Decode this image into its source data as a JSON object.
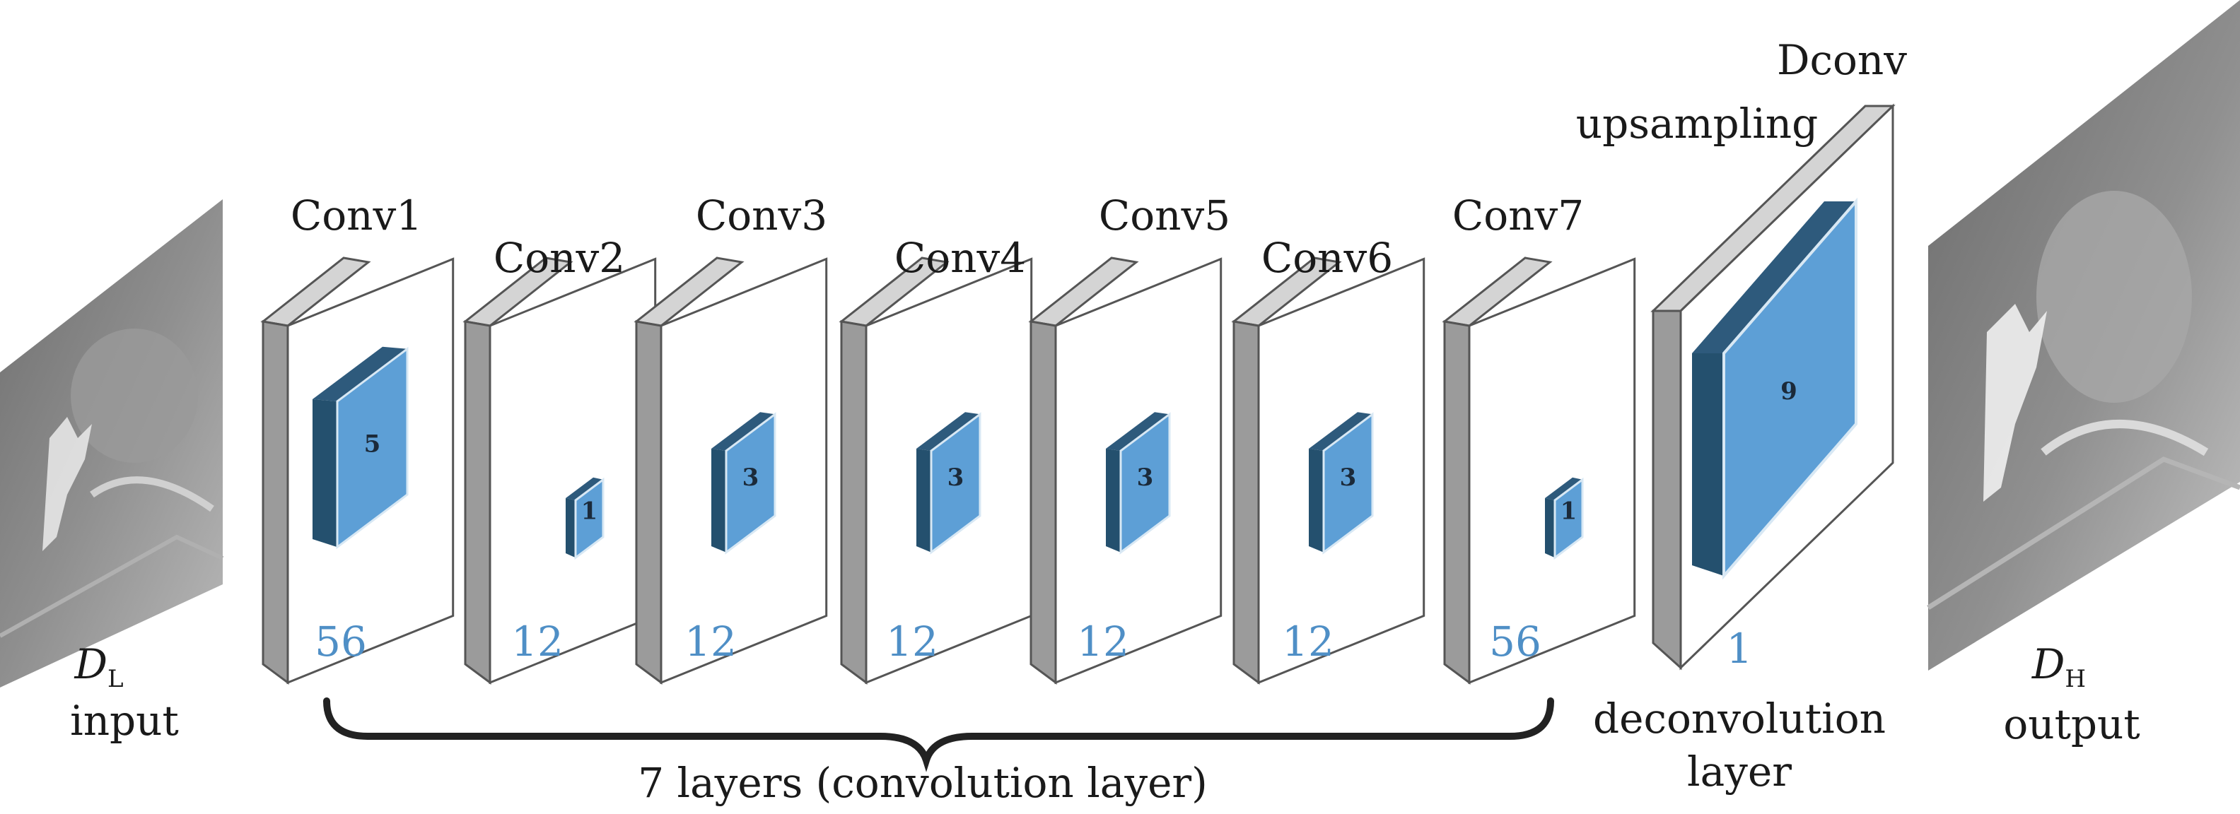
{
  "input": {
    "symbol": "D",
    "subscript": "L",
    "label": "input"
  },
  "output": {
    "symbol": "D",
    "subscript": "H",
    "label": "output"
  },
  "layers": [
    {
      "name": "Conv1",
      "channels": "56",
      "kernel": "5"
    },
    {
      "name": "Conv2",
      "channels": "12",
      "kernel": "1"
    },
    {
      "name": "Conv3",
      "channels": "12",
      "kernel": "3"
    },
    {
      "name": "Conv4",
      "channels": "12",
      "kernel": "3"
    },
    {
      "name": "Conv5",
      "channels": "12",
      "kernel": "3"
    },
    {
      "name": "Conv6",
      "channels": "12",
      "kernel": "3"
    },
    {
      "name": "Conv7",
      "channels": "56",
      "kernel": "1"
    }
  ],
  "deconv": {
    "name": "Dconv",
    "sublabel": "upsampling",
    "channels": "1",
    "kernel": "9",
    "caption_line1": "deconvolution",
    "caption_line2": "layer"
  },
  "brace_label": "7 layers (convolution layer)",
  "colors": {
    "kernel_face": "#5d9fd6",
    "kernel_side": "#2e5a7c",
    "frame_edge": "#9b9b9b",
    "number": "#4f8fc6"
  }
}
